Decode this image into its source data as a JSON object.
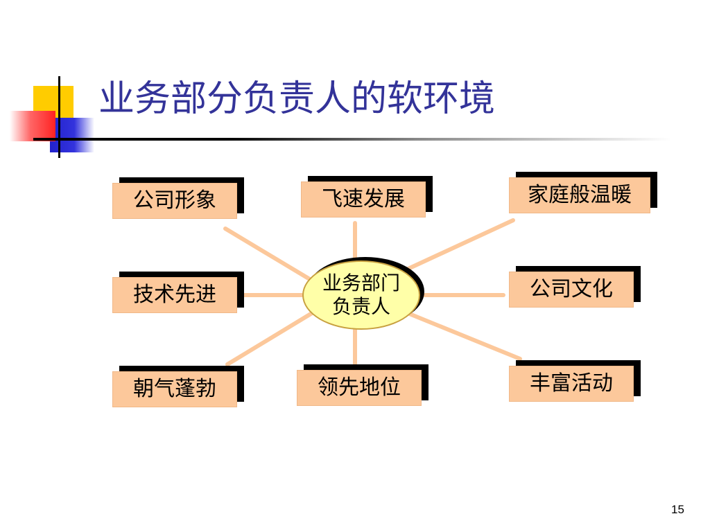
{
  "slide": {
    "title": "业务部分负责人的软环境",
    "page_number": "15"
  },
  "center": {
    "line1": "业务部门",
    "line2": "负责人"
  },
  "nodes": [
    {
      "label": "公司形象"
    },
    {
      "label": "飞速发展"
    },
    {
      "label": "家庭般温暖"
    },
    {
      "label": "技术先进"
    },
    {
      "label": "公司文化"
    },
    {
      "label": "朝气蓬勃"
    },
    {
      "label": "领先地位"
    },
    {
      "label": "丰富活动"
    }
  ],
  "colors": {
    "title": "#333399",
    "node_fill": "#fcc89b",
    "connector": "#fcc89b",
    "center_fill": "#ffffa8"
  }
}
